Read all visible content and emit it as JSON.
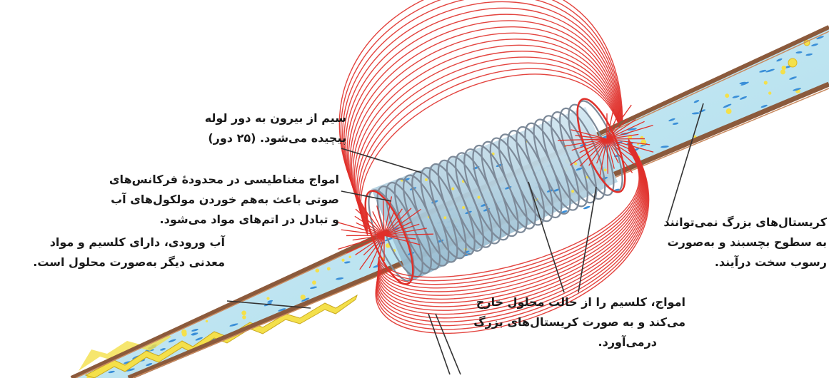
{
  "labels": {
    "wire": {
      "lines": [
        "سیم از بیرون به دور لوله",
        "پیچیده می‌شود. (۲۵ دور)"
      ]
    },
    "waves": {
      "lines": [
        "امواج مغناطیسی در محدودهٔ فرکانس‌های",
        "صوتی باعث به‌هم خوردن مولکول‌های آب",
        "و تبادل در اتم‌های مواد می‌شود."
      ]
    },
    "inlet": {
      "lines": [
        "آب ورودی، دارای کلسیم و مواد",
        "معدنی دیگر به‌صورت محلول است."
      ]
    },
    "crystals": {
      "lines": [
        "کریستال‌های بزرگ نمی‌توانند",
        "به سطوح بچسبند و به‌صورت",
        "رسوب سخت درآیند."
      ]
    },
    "calcium": {
      "lines": [
        "امواج، کلسیم را از حالت محلول خارج",
        "می‌کند و به صورت کریستال‌های بزرگ",
        "درمی‌آورد."
      ]
    }
  },
  "colors": {
    "pipe_wall": "#8b5a3c",
    "water": "#bfe6f2",
    "field_lines": "#e0302a",
    "coil": "#7d8a99",
    "deposit": "#f4e04a",
    "ion": "#3a8fd8",
    "leader": "#333333"
  }
}
